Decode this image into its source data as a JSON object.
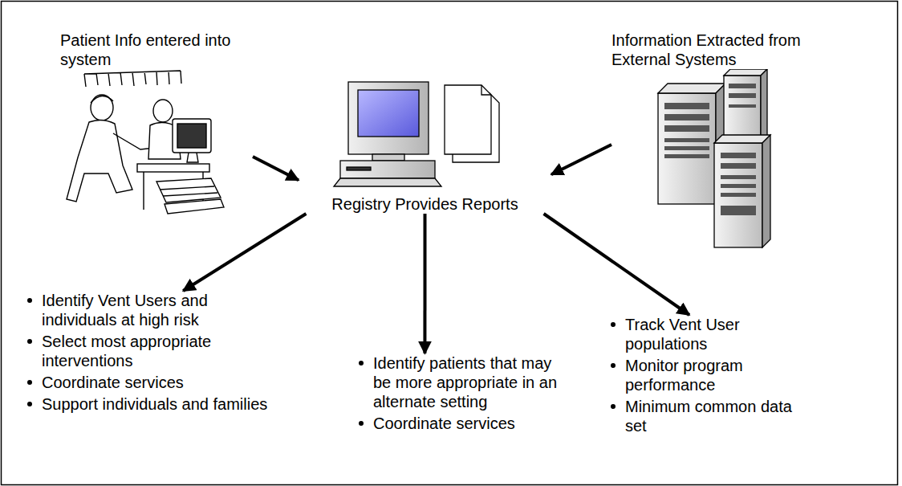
{
  "diagram": {
    "nodes": [
      {
        "text": [
          "Patient Info entered into system"
        ]
      },
      {
        "text": [
          "Information Extracted from External Systems"
        ]
      },
      {
        "text": [
          "Registry Provides Reports"
        ]
      },
      {
        "text": [
          "Identify Vent Users and individuals at high risk",
          "Select most appropriate interventions",
          "Coordinate services",
          "Support individuals and families"
        ]
      },
      {
        "text": [
          "Identify patients that may be more appropriate in an alternate setting",
          "Coordinate services"
        ]
      },
      {
        "text": [
          "Track Vent User populations",
          "Monitor program performance",
          "Minimum common data set"
        ]
      }
    ],
    "edges": [
      {
        "from": 0,
        "to": 2,
        "arrow": "to"
      },
      {
        "from": 1,
        "to": 2,
        "arrow": "to"
      },
      {
        "from": 2,
        "to": 3,
        "arrow": "to"
      },
      {
        "from": 2,
        "to": 4,
        "arrow": "to"
      },
      {
        "from": 2,
        "to": 5,
        "arrow": "to"
      }
    ]
  }
}
